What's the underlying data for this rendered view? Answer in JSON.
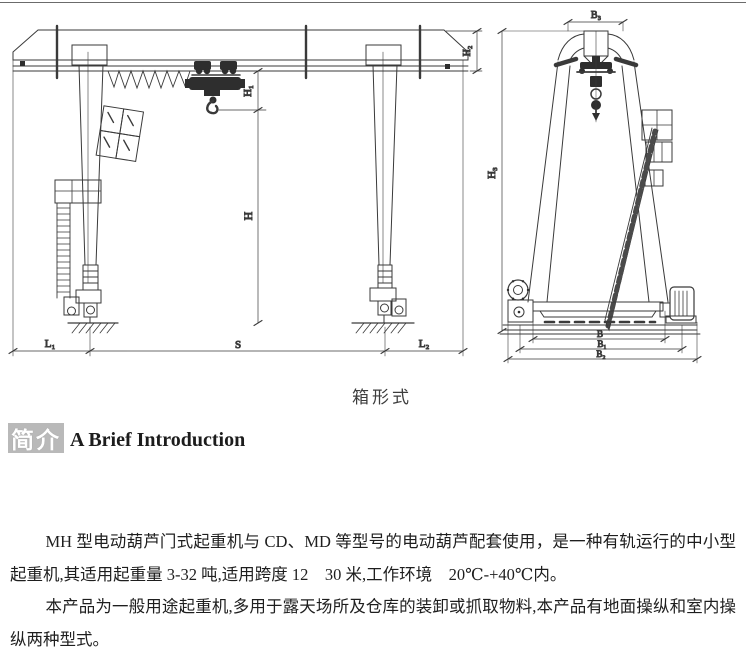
{
  "figure": {
    "caption": "箱形式",
    "front_view": {
      "dims": {
        "h1": "H₁",
        "h": "H",
        "h2": "H₂",
        "l1": "L₁",
        "s": "S",
        "l2": "L₂"
      }
    },
    "side_view": {
      "dims": {
        "b3": "B₃",
        "h3": "H₃",
        "b": "B",
        "b1": "B₁",
        "b2": "B₂"
      }
    }
  },
  "section": {
    "title_zh": "简介",
    "title_en": "A Brief Introduction"
  },
  "body": {
    "p1": "MH 型电动葫芦门式起重机与 CD、MD 等型号的电动葫芦配套使用，是一种有轨运行的中小型起重机,其适用起重量 3-32 吨,适用跨度 12　30 米,工作环境　20℃-+40℃内。",
    "p2": "本产品为一般用途起重机,多用于露天场所及仓库的装卸或抓取物料,本产品有地面操纵和室内操纵两种型式。"
  }
}
